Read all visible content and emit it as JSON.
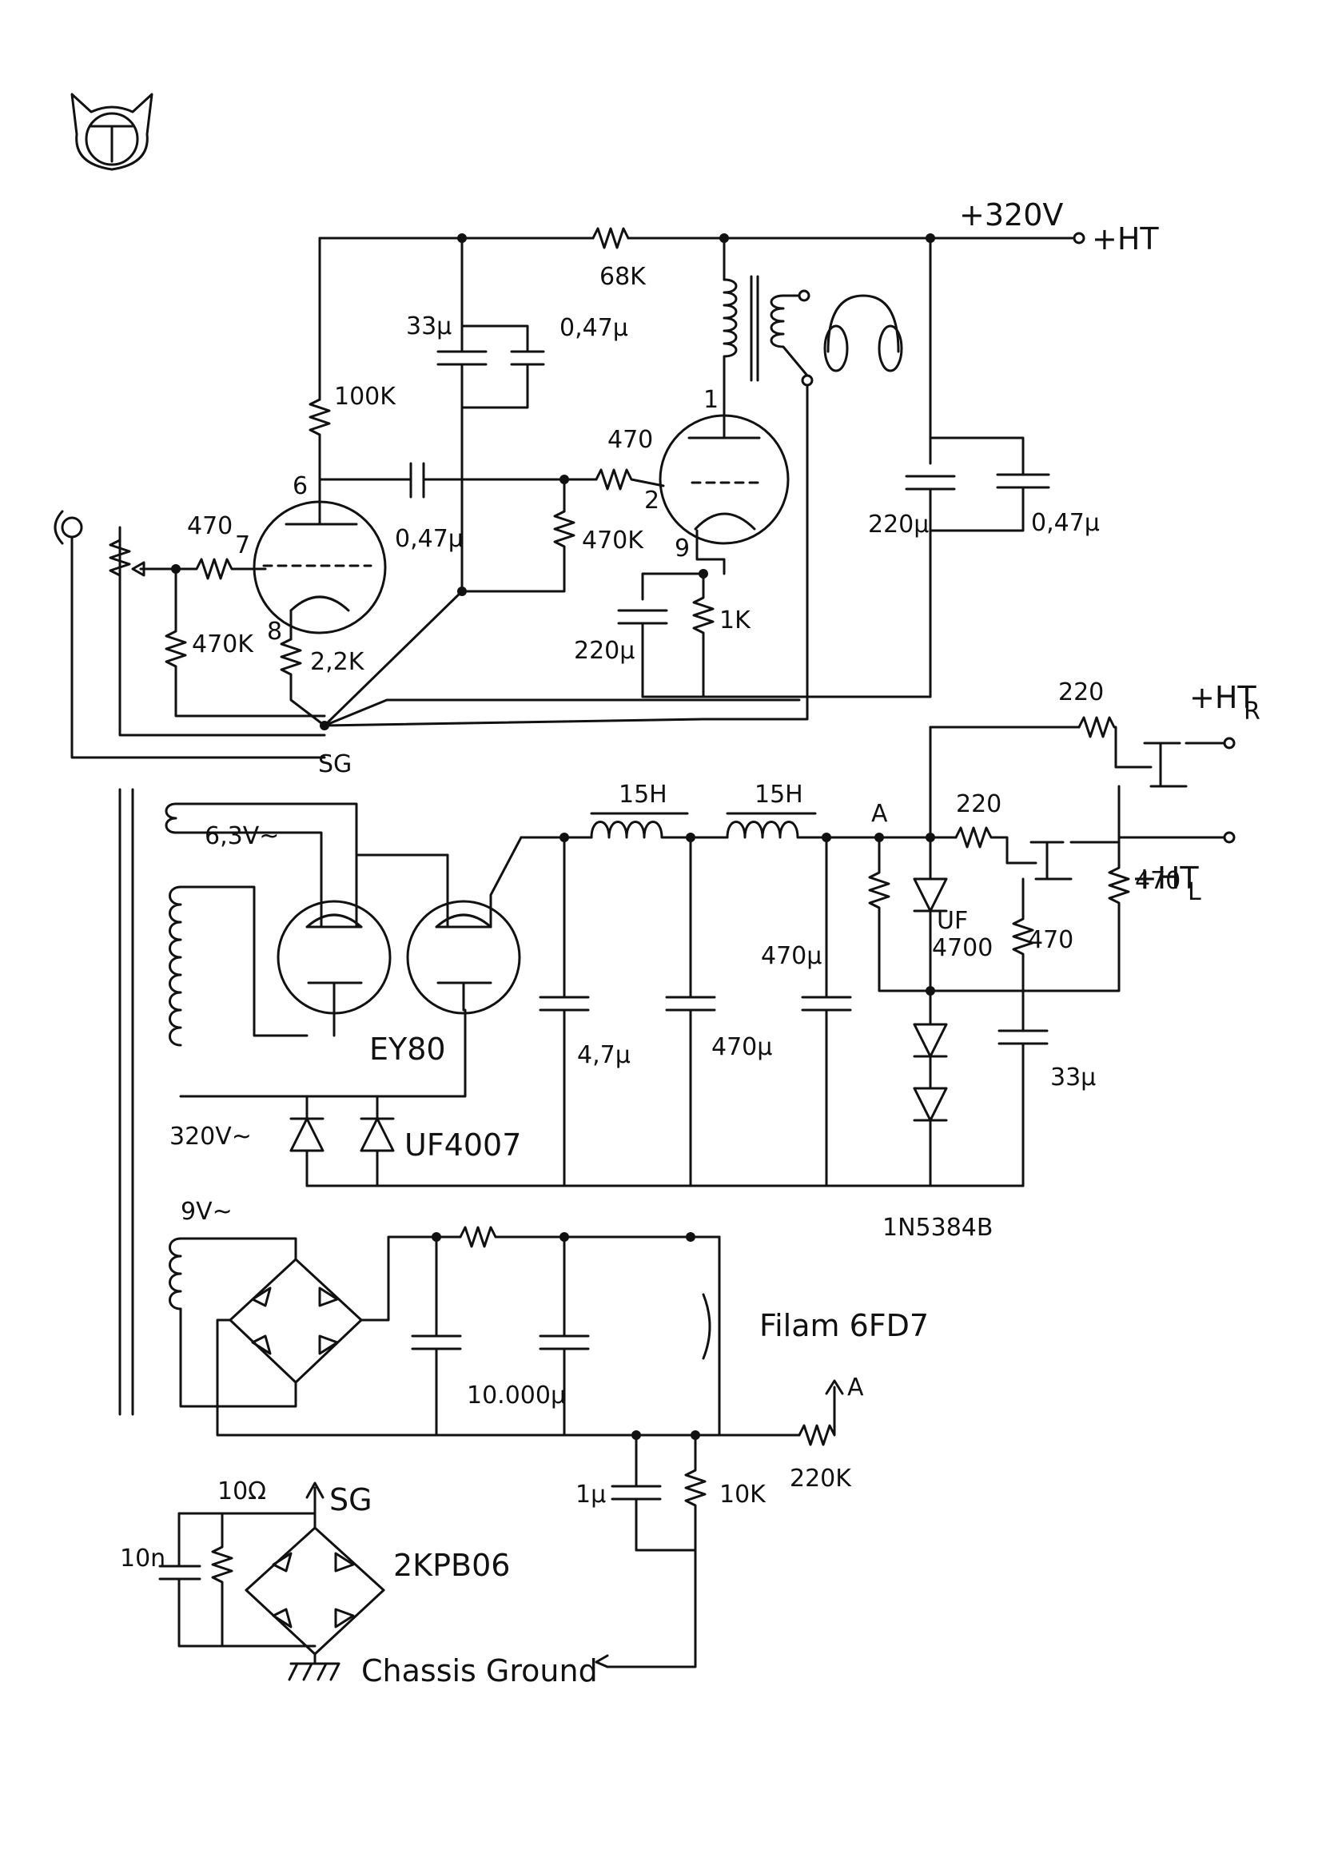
{
  "colors": {
    "ink": "#111111",
    "paper": "#ffffff"
  },
  "logo": {
    "icon": "cat-head-logo-icon"
  },
  "labels": {
    "v320": "+320V",
    "ht": "+HT",
    "r68k": "68K",
    "c33u_top": "33µ",
    "c047_top": "0,47µ",
    "r100k": "100K",
    "r470_grid2": "470",
    "pin1": "1",
    "pin2": "2",
    "pin6": "6",
    "pin7": "7",
    "pin8": "8",
    "pin9": "9",
    "r470_in": "470",
    "c047_coupling": "0,47µ",
    "r470k_grid": "470K",
    "c220u_ht": "220µ",
    "c047_ht": "0,47µ",
    "r470k_pot": "470K",
    "r22k": "2,2K",
    "c220u_cath": "220µ",
    "r1k": "1K",
    "sg": "SG",
    "r220_r": "220",
    "htr": "+HT",
    "htr_sub": "R",
    "l15h_1": "15H",
    "l15h_2": "15H",
    "node_a": "A",
    "r220_l": "220",
    "htl": "+HT",
    "htl_sub": "L",
    "r470_l": "470",
    "v63": "6,3V~",
    "uf4700_1": "UF",
    "uf4700_2": "4700",
    "r470_mid": "470",
    "c470u_2": "470µ",
    "ey80": "EY80",
    "c47u": "4,7µ",
    "c470u_1": "470µ",
    "c33u_zener": "33µ",
    "v320ac": "320V~",
    "uf4007": "UF4007",
    "zener": "1N5384B",
    "v9": "9V~",
    "filam": "Filam 6FD7",
    "c10000u": "10.000µ",
    "node_a2": "A",
    "r220k": "220K",
    "c1u": "1µ",
    "r10k": "10K",
    "r10ohm": "10Ω",
    "sg2": "SG",
    "c10n": "10n",
    "bridge2": "2KPB06",
    "chassis": "Chassis Ground"
  }
}
